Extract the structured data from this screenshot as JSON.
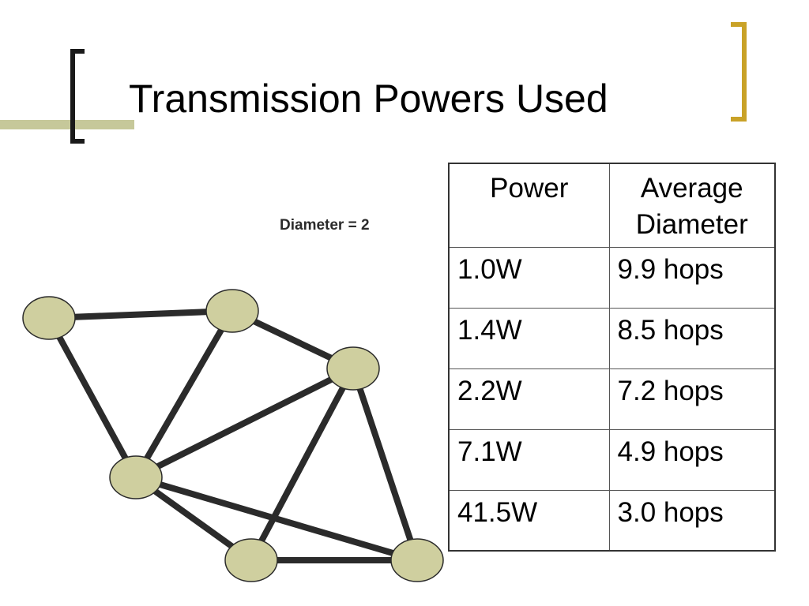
{
  "slide": {
    "title": "Transmission Powers Used",
    "diameter_label": "Diameter = 2"
  },
  "colors": {
    "node_fill": "#cfcf9f",
    "edge": "#2b2b2b",
    "accent_bar": "#c6c89a",
    "bracket_right": "#c9a227"
  },
  "table": {
    "headers": [
      "Power",
      "Average Diameter"
    ],
    "rows": [
      {
        "power": "1.0W",
        "diameter": "9.9 hops"
      },
      {
        "power": "1.4W",
        "diameter": "8.5 hops"
      },
      {
        "power": "2.2W",
        "diameter": "7.2 hops"
      },
      {
        "power": "7.1W",
        "diameter": "4.9 hops"
      },
      {
        "power": "41.5W",
        "diameter": "3.0 hops"
      }
    ]
  }
}
